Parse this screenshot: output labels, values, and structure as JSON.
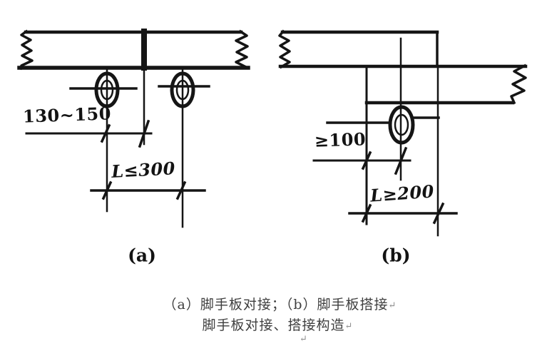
{
  "figure": {
    "background_color": "#ffffff",
    "ink_color": "#151515",
    "caption_color": "#3f3f3f",
    "diagram_a": {
      "label": "(a)",
      "dim_offset": "130~150",
      "dim_span": "L≤300"
    },
    "diagram_b": {
      "label": "(b)",
      "dim_offset": "≥100",
      "dim_lap": "L≥200"
    },
    "caption": {
      "line1": "（a）脚手板对接；（b）脚手板搭接",
      "line2": "脚手板对接、搭接构造",
      "return_mark": "↵"
    }
  }
}
